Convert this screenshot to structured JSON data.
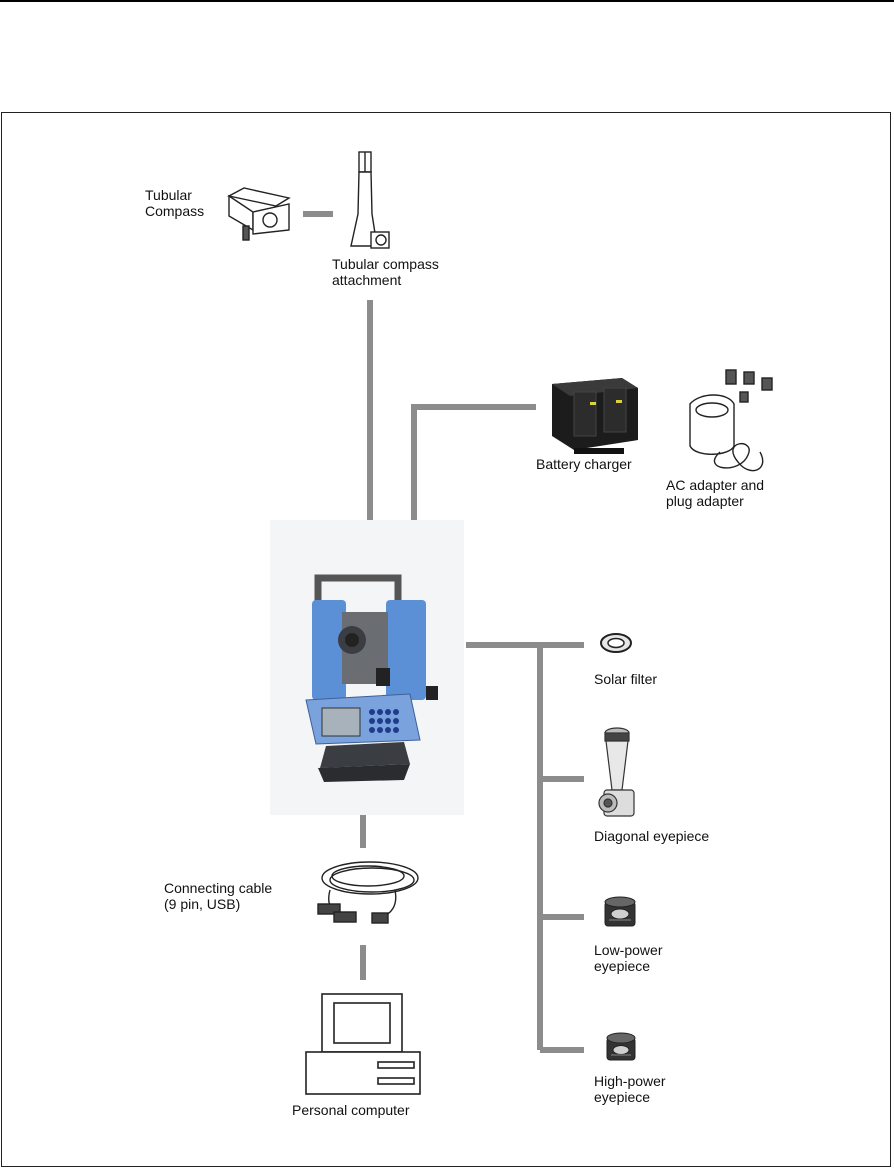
{
  "labels": {
    "tubular_compass": "Tubular\nCompass",
    "tubular_compass_attachment": "Tubular compass\nattachment",
    "battery_charger": "Battery charger",
    "ac_adapter": "AC adapter and\nplug adapter",
    "solar_filter": "Solar filter",
    "diagonal_eyepiece": "Diagonal eyepiece",
    "connecting_cable": "Connecting cable\n(9 pin, USB)",
    "low_power_eyepiece": "Low-power\neyepiece",
    "high_power_eyepiece": "High-power\neyepiece",
    "personal_computer": "Personal computer"
  },
  "colors": {
    "connector": "#8c8c8c",
    "instrument_blue": "#5b8fd6",
    "instrument_dark": "#3a3d42",
    "charger_black": "#1c1c1c"
  }
}
